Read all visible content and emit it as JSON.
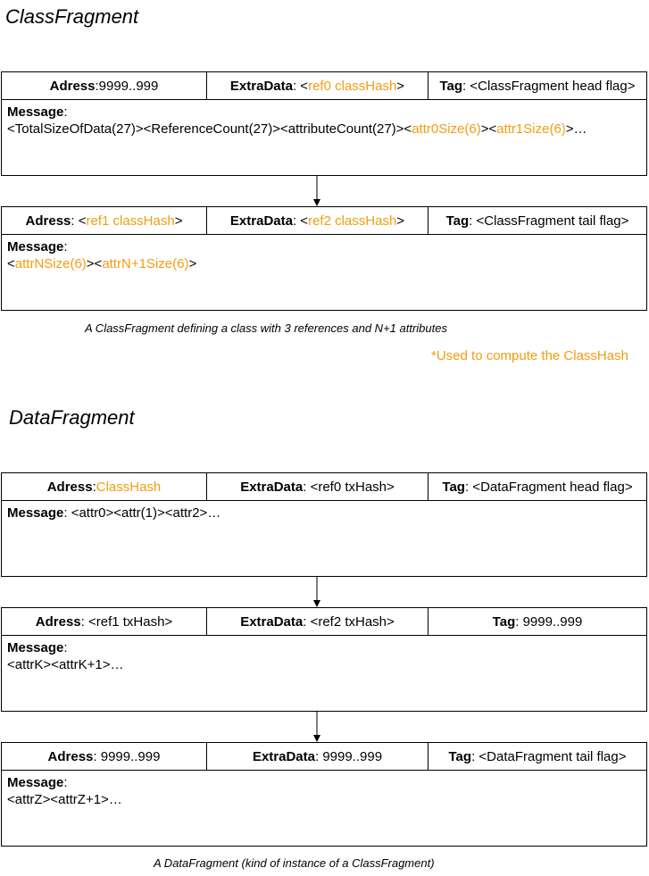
{
  "class_section": {
    "title": "ClassFragment",
    "frag1": {
      "adress_label": "Adress",
      "adress_sep": ": ",
      "adress_value": "9999..999",
      "extra_label": "ExtraData",
      "extra_sep": ": <",
      "extra_hl": "ref0 classHash",
      "extra_end": ">",
      "tag_label": "Tag",
      "tag_value": ": <ClassFragment head flag>",
      "message_label": "Message",
      "message_sep": ":",
      "line1_a": "<TotalSizeOfData(27)><ReferenceCount(27)><attributeCount(27)><",
      "line1_hl1": "attr0Size(6)",
      "line1_b": "><",
      "line1_hl2": "attr1Size(6)",
      "line1_c": ">…"
    },
    "frag2": {
      "adress_label": "Adress",
      "adress_sep": ": <",
      "adress_hl": "ref1 classHash",
      "adress_end": ">",
      "extra_label": "ExtraData",
      "extra_sep": ": <",
      "extra_hl": "ref2 classHash",
      "extra_end": ">",
      "tag_label": "Tag",
      "tag_value": ": <ClassFragment tail flag>",
      "message_label": "Message",
      "message_sep": ":",
      "line1_a": "<",
      "line1_hl1": "attrNSize(6)",
      "line1_b": "><",
      "line1_hl2": "attrN+1Size(6)",
      "line1_c": ">"
    },
    "caption": "A ClassFragment defining a class with 3 references and N+1 attributes",
    "note": "*Used to compute the ClassHash"
  },
  "data_section": {
    "title": "DataFragment",
    "frag1": {
      "adress_label": "Adress",
      "adress_sep": ": ",
      "adress_hl": "ClassHash",
      "extra_label": "ExtraData",
      "extra_value": ": <ref0 txHash>",
      "tag_label": "Tag",
      "tag_value": ": <DataFragment head flag>",
      "message_label": "Message",
      "message_value": ": <attr0><attr(1)><attr2>…"
    },
    "frag2": {
      "adress_label": "Adress",
      "adress_value": ": <ref1 txHash>",
      "extra_label": "ExtraData",
      "extra_value": ": <ref2 txHash>",
      "tag_label": "Tag",
      "tag_value": ": 9999..999",
      "message_label": "Message",
      "message_sep": ":",
      "line1": "<attrK><attrK+1>…"
    },
    "frag3": {
      "adress_label": "Adress",
      "adress_value": ": 9999..999",
      "extra_label": "ExtraData",
      "extra_value": ": 9999..999",
      "tag_label": "Tag",
      "tag_value": ": <DataFragment tail flag>",
      "message_label": "Message",
      "message_sep": ":",
      "line1": "<attrZ><attrZ+1>…"
    },
    "caption": "A DataFragment (kind of instance of a ClassFragment)"
  },
  "colors": {
    "highlight": "#f39c12",
    "line": "#000000"
  }
}
